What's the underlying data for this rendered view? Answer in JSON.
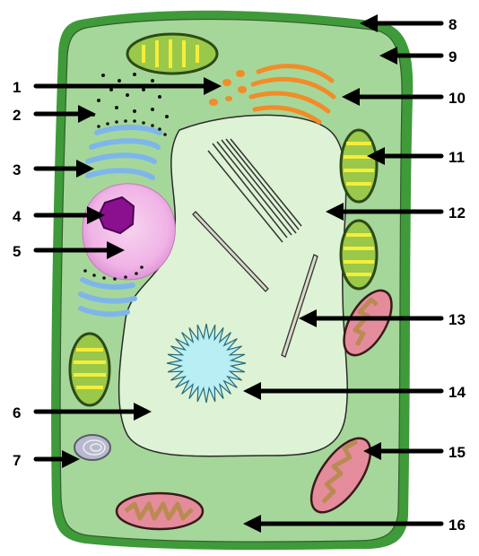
{
  "labels": {
    "l1": "1",
    "l2": "2",
    "l3": "3",
    "l4": "4",
    "l5": "5",
    "l6": "6",
    "l7": "7",
    "l8": "8",
    "l9": "9",
    "l10": "10",
    "l11": "11",
    "l12": "12",
    "l13": "13",
    "l14": "14",
    "l15": "15",
    "l16": "16"
  },
  "colors": {
    "cell_wall": "#3f9a3a",
    "cytoplasm": "#a6d79a",
    "vacuole": "#def3d5",
    "nucleus": "#f0b3e6",
    "nucleolus": "#8a108f",
    "golgi": "#7fb6ea",
    "chloroplast": "#9ac84a",
    "thylakoid": "#f4ee3a",
    "mitochondrion": "#e58c9c",
    "mito_inner": "#b98b52",
    "smooth_er": "#f28c28",
    "crystal": "#b8eef4",
    "vesicle": "#b7b9cc",
    "arrow": "#000000"
  }
}
